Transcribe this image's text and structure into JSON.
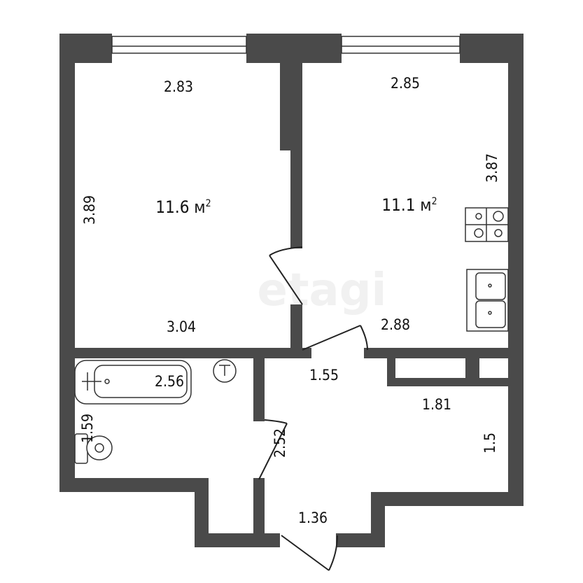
{
  "plan": {
    "watermark": "etagi",
    "wall_color": "#4a4a4a",
    "rooms": [
      {
        "name": "room",
        "area": "11.6 м",
        "area_sup": "2"
      },
      {
        "name": "kitchen",
        "area": "11.1 м",
        "area_sup": "2"
      }
    ],
    "dimensions": {
      "room_top": "2.83",
      "room_left": "3.89",
      "room_bottom": "3.04",
      "kitchen_top": "2.85",
      "kitchen_right": "3.87",
      "kitchen_bottom": "2.88",
      "bath_width": "2.56",
      "bath_height": "1.59",
      "hall_top": "1.55",
      "hall_middle": "1.81",
      "hall_right": "1.5",
      "hall_length": "2.52",
      "entrance": "1.36"
    }
  }
}
